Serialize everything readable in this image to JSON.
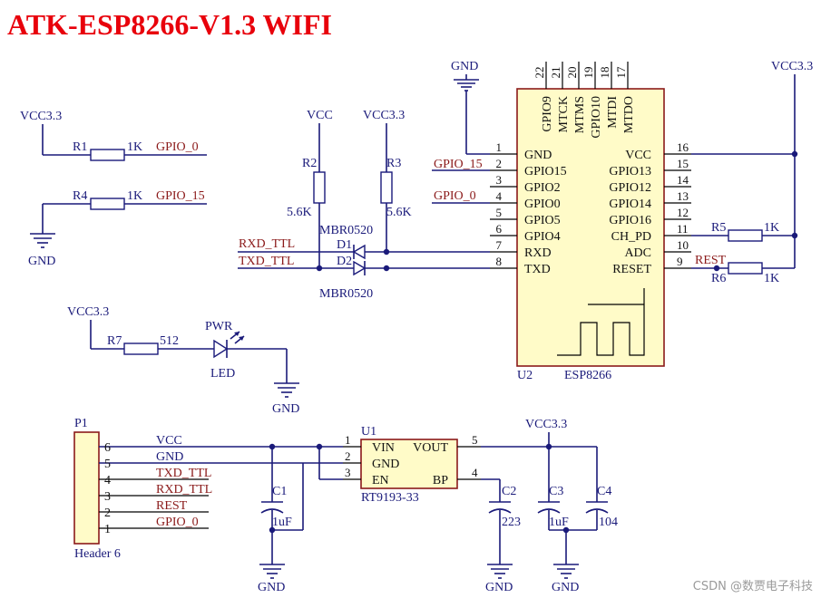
{
  "title": "ATK-ESP8266-V1.3 WIFI",
  "watermark": "CSDN @数贾电子科技",
  "net_labels": {
    "vcc33": "VCC3.3",
    "vcc": "VCC",
    "gnd": "GND",
    "gpio0": "GPIO_0",
    "gpio15": "GPIO_15",
    "rxd_ttl": "RXD_TTL",
    "txd_ttl": "TXD_TTL",
    "rest": "REST"
  },
  "resistors": {
    "r1": {
      "ref": "R1",
      "value": "1K"
    },
    "r2": {
      "ref": "R2",
      "value": "5.6K"
    },
    "r3": {
      "ref": "R3",
      "value": "5.6K"
    },
    "r4": {
      "ref": "R4",
      "value": "1K"
    },
    "r5": {
      "ref": "R5",
      "value": "1K"
    },
    "r6": {
      "ref": "R6",
      "value": "1K"
    },
    "r7": {
      "ref": "R7",
      "value": "512"
    }
  },
  "diodes": {
    "d1": {
      "ref": "D1",
      "part": "MBR0520"
    },
    "d2": {
      "ref": "D2",
      "part": "MBR0520"
    },
    "led": {
      "ref": "PWR",
      "part": "LED"
    }
  },
  "capacitors": {
    "c1": {
      "ref": "C1",
      "value": "1uF"
    },
    "c2": {
      "ref": "C2",
      "value": "223"
    },
    "c3": {
      "ref": "C3",
      "value": "1uF"
    },
    "c4": {
      "ref": "C4",
      "value": "104"
    }
  },
  "esp8266": {
    "ref": "U2",
    "part": "ESP8266",
    "top_pins": [
      {
        "num": "22",
        "name": "GPIO9"
      },
      {
        "num": "21",
        "name": "MTCK"
      },
      {
        "num": "20",
        "name": "MTMS"
      },
      {
        "num": "19",
        "name": "GPIO10"
      },
      {
        "num": "18",
        "name": "MTDI"
      },
      {
        "num": "17",
        "name": "MTDO"
      }
    ],
    "left_pins": [
      {
        "num": "1",
        "name": "GND"
      },
      {
        "num": "2",
        "name": "GPIO15"
      },
      {
        "num": "3",
        "name": "GPIO2"
      },
      {
        "num": "4",
        "name": "GPIO0"
      },
      {
        "num": "5",
        "name": "GPIO5"
      },
      {
        "num": "6",
        "name": "GPIO4"
      },
      {
        "num": "7",
        "name": "RXD"
      },
      {
        "num": "8",
        "name": "TXD"
      }
    ],
    "right_pins": [
      {
        "num": "16",
        "name": "VCC"
      },
      {
        "num": "15",
        "name": "GPIO13"
      },
      {
        "num": "14",
        "name": "GPIO12"
      },
      {
        "num": "13",
        "name": "GPIO14"
      },
      {
        "num": "12",
        "name": "GPIO16"
      },
      {
        "num": "11",
        "name": "CH_PD"
      },
      {
        "num": "10",
        "name": "ADC"
      },
      {
        "num": "9",
        "name": "RESET"
      }
    ]
  },
  "header": {
    "ref": "P1",
    "part": "Header 6",
    "pins": [
      {
        "num": "6",
        "net": "VCC"
      },
      {
        "num": "5",
        "net": "GND"
      },
      {
        "num": "4",
        "net": "TXD_TTL"
      },
      {
        "num": "3",
        "net": "RXD_TTL"
      },
      {
        "num": "2",
        "net": "REST"
      },
      {
        "num": "1",
        "net": "GPIO_0"
      }
    ]
  },
  "regulator": {
    "ref": "U1",
    "part": "RT9193-33",
    "pins": [
      {
        "num": "1",
        "name": "VIN"
      },
      {
        "num": "2",
        "name": "GND"
      },
      {
        "num": "3",
        "name": "EN"
      },
      {
        "num": "5",
        "name": "VOUT"
      },
      {
        "num": "4",
        "name": "BP"
      }
    ]
  }
}
